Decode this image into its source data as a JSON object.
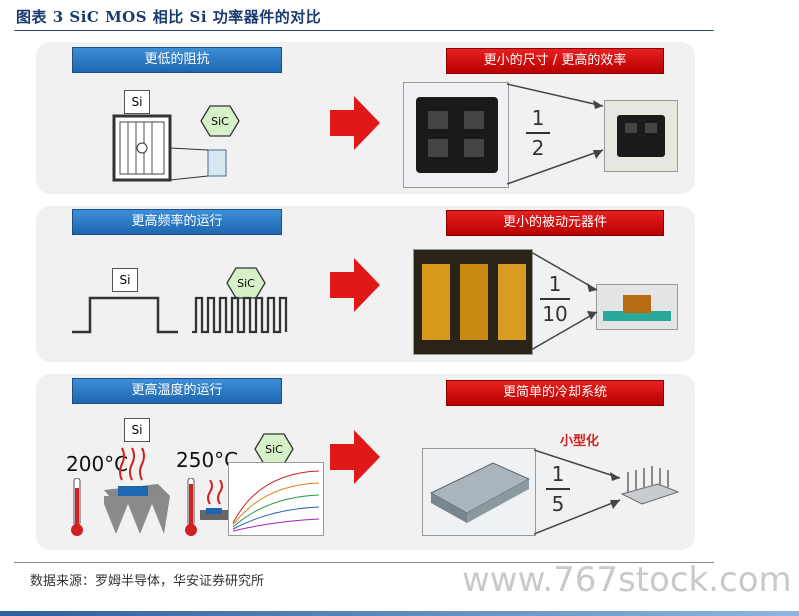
{
  "header": {
    "title": "图表 3   SiC MOS 相比 Si 功率器件的对比"
  },
  "rows": [
    {
      "left_label": "更低的阻抗",
      "right_label": "更小的尺寸 / 更高的效率",
      "frac_num": "1",
      "frac_den": "2"
    },
    {
      "left_label": "更高频率的运行",
      "right_label": "更小的被动元器件",
      "frac_num": "1",
      "frac_den": "10"
    },
    {
      "left_label": "更高温度的运行",
      "right_label": "更简单的冷却系统",
      "frac_num": "1",
      "frac_den": "5"
    }
  ],
  "chips": {
    "si": "Si",
    "sic": "SiC"
  },
  "temps": {
    "si_temp": "200°C",
    "sic_temp": "250°C"
  },
  "miniaturize": "小型化",
  "footer": {
    "source": "数据来源：罗姆半导体，华安证券研究所",
    "watermark": "www.767stock.com"
  },
  "colors": {
    "blue": "#1f66b1",
    "red": "#d40000",
    "arrow": "#e01818"
  }
}
